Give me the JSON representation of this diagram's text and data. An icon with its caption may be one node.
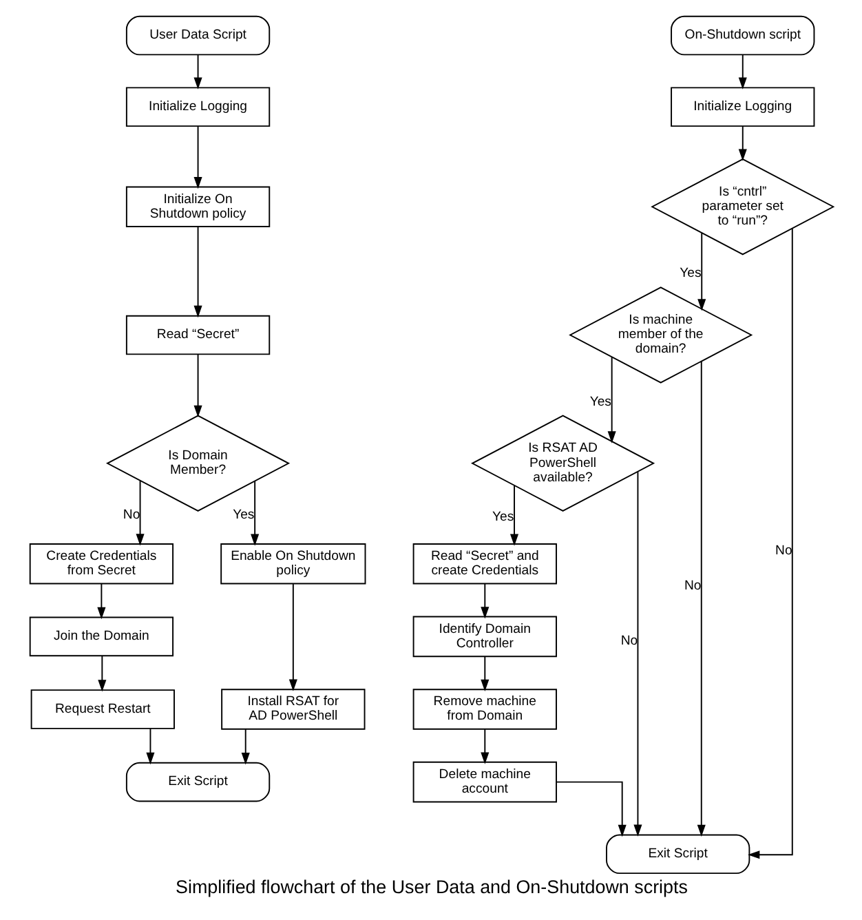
{
  "diagram": {
    "caption": "Simplified flowchart of the User Data and On-Shutdown scripts",
    "nodes": [
      {
        "text": [
          "User Data Script"
        ]
      },
      {
        "text": [
          "Initialize Logging"
        ]
      },
      {
        "text": [
          "Initialize On Shutdown policy"
        ]
      },
      {
        "text": [
          "Read “Secret”"
        ]
      },
      {
        "text": [
          "Is Domain Member?"
        ]
      },
      {
        "text": [
          "Create Credentials from Secret"
        ]
      },
      {
        "text": [
          "Join the Domain"
        ]
      },
      {
        "text": [
          "Request Restart"
        ]
      },
      {
        "text": [
          "Enable On Shutdown policy"
        ]
      },
      {
        "text": [
          "Install RSAT for AD PowerShell"
        ]
      },
      {
        "text": [
          "Exit Script"
        ]
      },
      {
        "text": [
          "On-Shutdown script"
        ]
      },
      {
        "text": [
          "Initialize Logging"
        ]
      },
      {
        "text": [
          "Is “cntrl” parameter set to “run”?"
        ]
      },
      {
        "text": [
          "Is machine member of the domain?"
        ]
      },
      {
        "text": [
          "Is RSAT AD PowerShell available?"
        ]
      },
      {
        "text": [
          "Read “Secret” and create Credentials"
        ]
      },
      {
        "text": [
          "Identify Domain Controller"
        ]
      },
      {
        "text": [
          "Remove machine from Domain"
        ]
      },
      {
        "text": [
          "Delete machine account"
        ]
      },
      {
        "text": [
          "Exit Script"
        ]
      }
    ],
    "edges": [
      {
        "from": 0,
        "to": 1,
        "arrow": "to"
      },
      {
        "from": 1,
        "to": 2,
        "arrow": "to"
      },
      {
        "from": 2,
        "to": 3,
        "arrow": "to"
      },
      {
        "from": 3,
        "to": 4,
        "arrow": "to"
      },
      {
        "from": 4,
        "to": 5,
        "arrow": "to",
        "label": "No"
      },
      {
        "from": 4,
        "to": 8,
        "arrow": "to",
        "label": "Yes"
      },
      {
        "from": 5,
        "to": 6,
        "arrow": "to"
      },
      {
        "from": 6,
        "to": 7,
        "arrow": "to"
      },
      {
        "from": 7,
        "to": 10,
        "arrow": "to"
      },
      {
        "from": 8,
        "to": 9,
        "arrow": "to"
      },
      {
        "from": 9,
        "to": 10,
        "arrow": "to"
      },
      {
        "from": 11,
        "to": 12,
        "arrow": "to"
      },
      {
        "from": 12,
        "to": 13,
        "arrow": "to"
      },
      {
        "from": 13,
        "to": 14,
        "arrow": "to",
        "label": "Yes"
      },
      {
        "from": 13,
        "to": 20,
        "arrow": "to",
        "label": "No"
      },
      {
        "from": 14,
        "to": 15,
        "arrow": "to",
        "label": "Yes"
      },
      {
        "from": 14,
        "to": 20,
        "arrow": "to",
        "label": "No"
      },
      {
        "from": 15,
        "to": 16,
        "arrow": "to",
        "label": "Yes"
      },
      {
        "from": 15,
        "to": 20,
        "arrow": "to",
        "label": "No"
      },
      {
        "from": 16,
        "to": 17,
        "arrow": "to"
      },
      {
        "from": 17,
        "to": 18,
        "arrow": "to"
      },
      {
        "from": 18,
        "to": 19,
        "arrow": "to"
      },
      {
        "from": 19,
        "to": 20,
        "arrow": "to"
      }
    ]
  }
}
